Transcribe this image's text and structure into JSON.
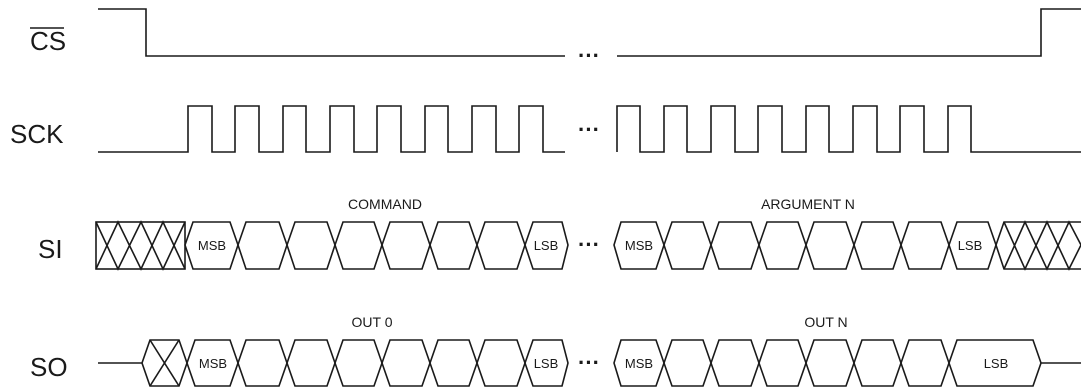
{
  "signals": {
    "cs": "CS",
    "sck": "SCK",
    "si": "SI",
    "so": "SO"
  },
  "groups": {
    "command": "COMMAND",
    "argument_n": "ARGUMENT N",
    "out_0": "OUT 0",
    "out_n": "OUT N"
  },
  "bits": {
    "msb": "MSB",
    "lsb": "LSB"
  },
  "ellipsis": "···"
}
